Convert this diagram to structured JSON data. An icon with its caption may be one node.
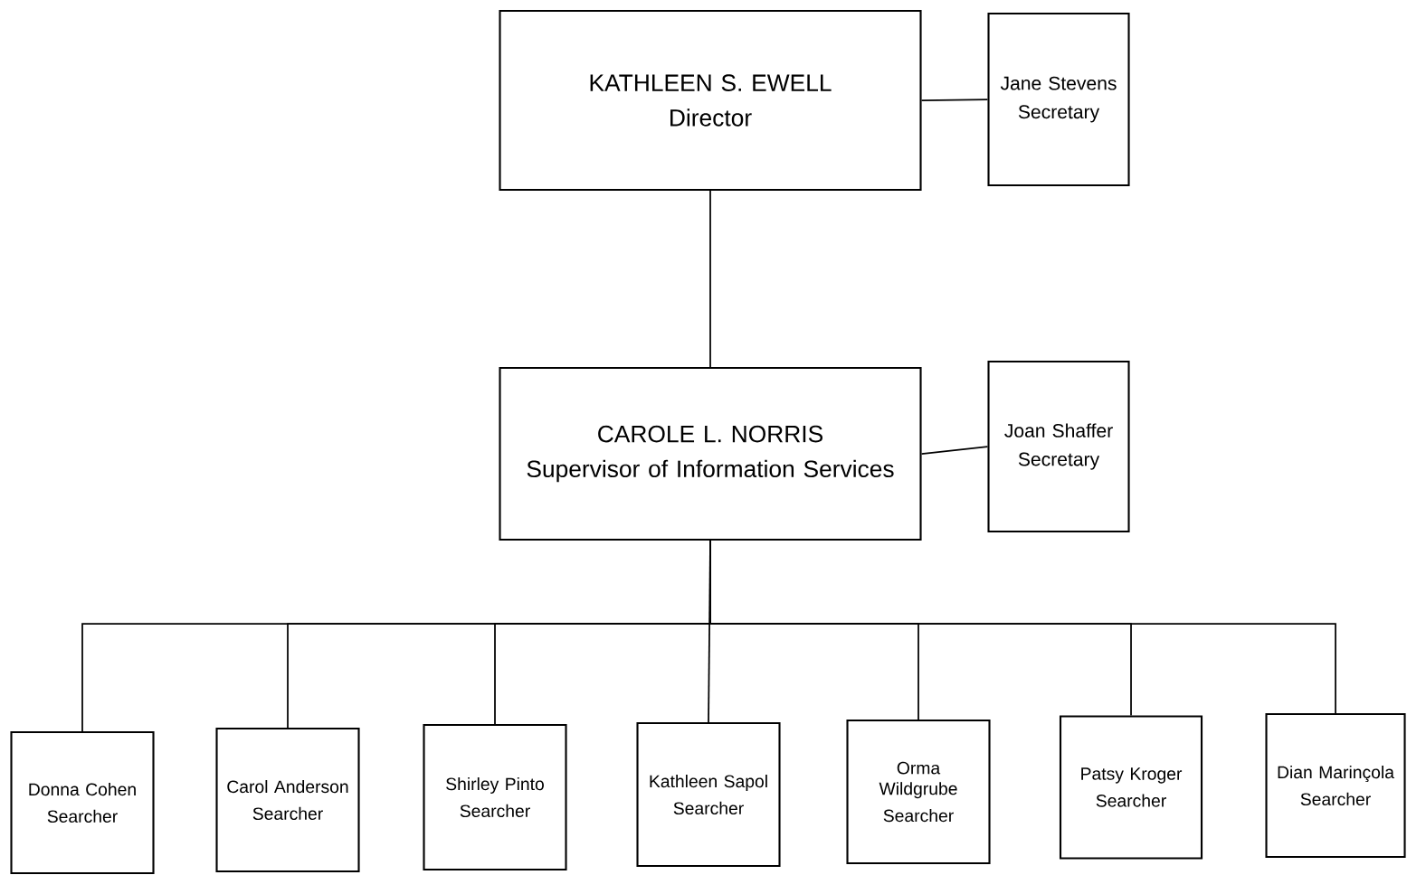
{
  "diagram": {
    "nodes": [
      {
        "text": [
          "KATHLEEN S. EWELL",
          "Director"
        ]
      },
      {
        "text": [
          "Jane Stevens",
          "Secretary"
        ]
      },
      {
        "text": [
          "CAROLE L. NORRIS",
          "Supervisor of Information Services"
        ]
      },
      {
        "text": [
          "Joan Shaffer",
          "Secretary"
        ]
      },
      {
        "text": [
          "Donna Cohen",
          "Searcher"
        ]
      },
      {
        "text": [
          "Carol Anderson",
          "Searcher"
        ]
      },
      {
        "text": [
          "Shirley Pinto",
          "Searcher"
        ]
      },
      {
        "text": [
          "Kathleen Sapol",
          "Searcher"
        ]
      },
      {
        "text": [
          "Orma Wildgrube",
          "Searcher"
        ]
      },
      {
        "text": [
          "Patsy Kroger",
          "Searcher"
        ]
      },
      {
        "text": [
          "Dian Marinçola",
          "Searcher"
        ]
      }
    ],
    "edges": [
      {
        "from": 0,
        "to": 1,
        "arrow": "none"
      },
      {
        "from": 0,
        "to": 2,
        "arrow": "none"
      },
      {
        "from": 2,
        "to": 3,
        "arrow": "none"
      },
      {
        "from": 2,
        "to": 4,
        "arrow": "none"
      },
      {
        "from": 2,
        "to": 5,
        "arrow": "none"
      },
      {
        "from": 2,
        "to": 6,
        "arrow": "none"
      },
      {
        "from": 2,
        "to": 7,
        "arrow": "none"
      },
      {
        "from": 2,
        "to": 8,
        "arrow": "none"
      },
      {
        "from": 2,
        "to": 9,
        "arrow": "none"
      },
      {
        "from": 2,
        "to": 10,
        "arrow": "none"
      }
    ]
  }
}
